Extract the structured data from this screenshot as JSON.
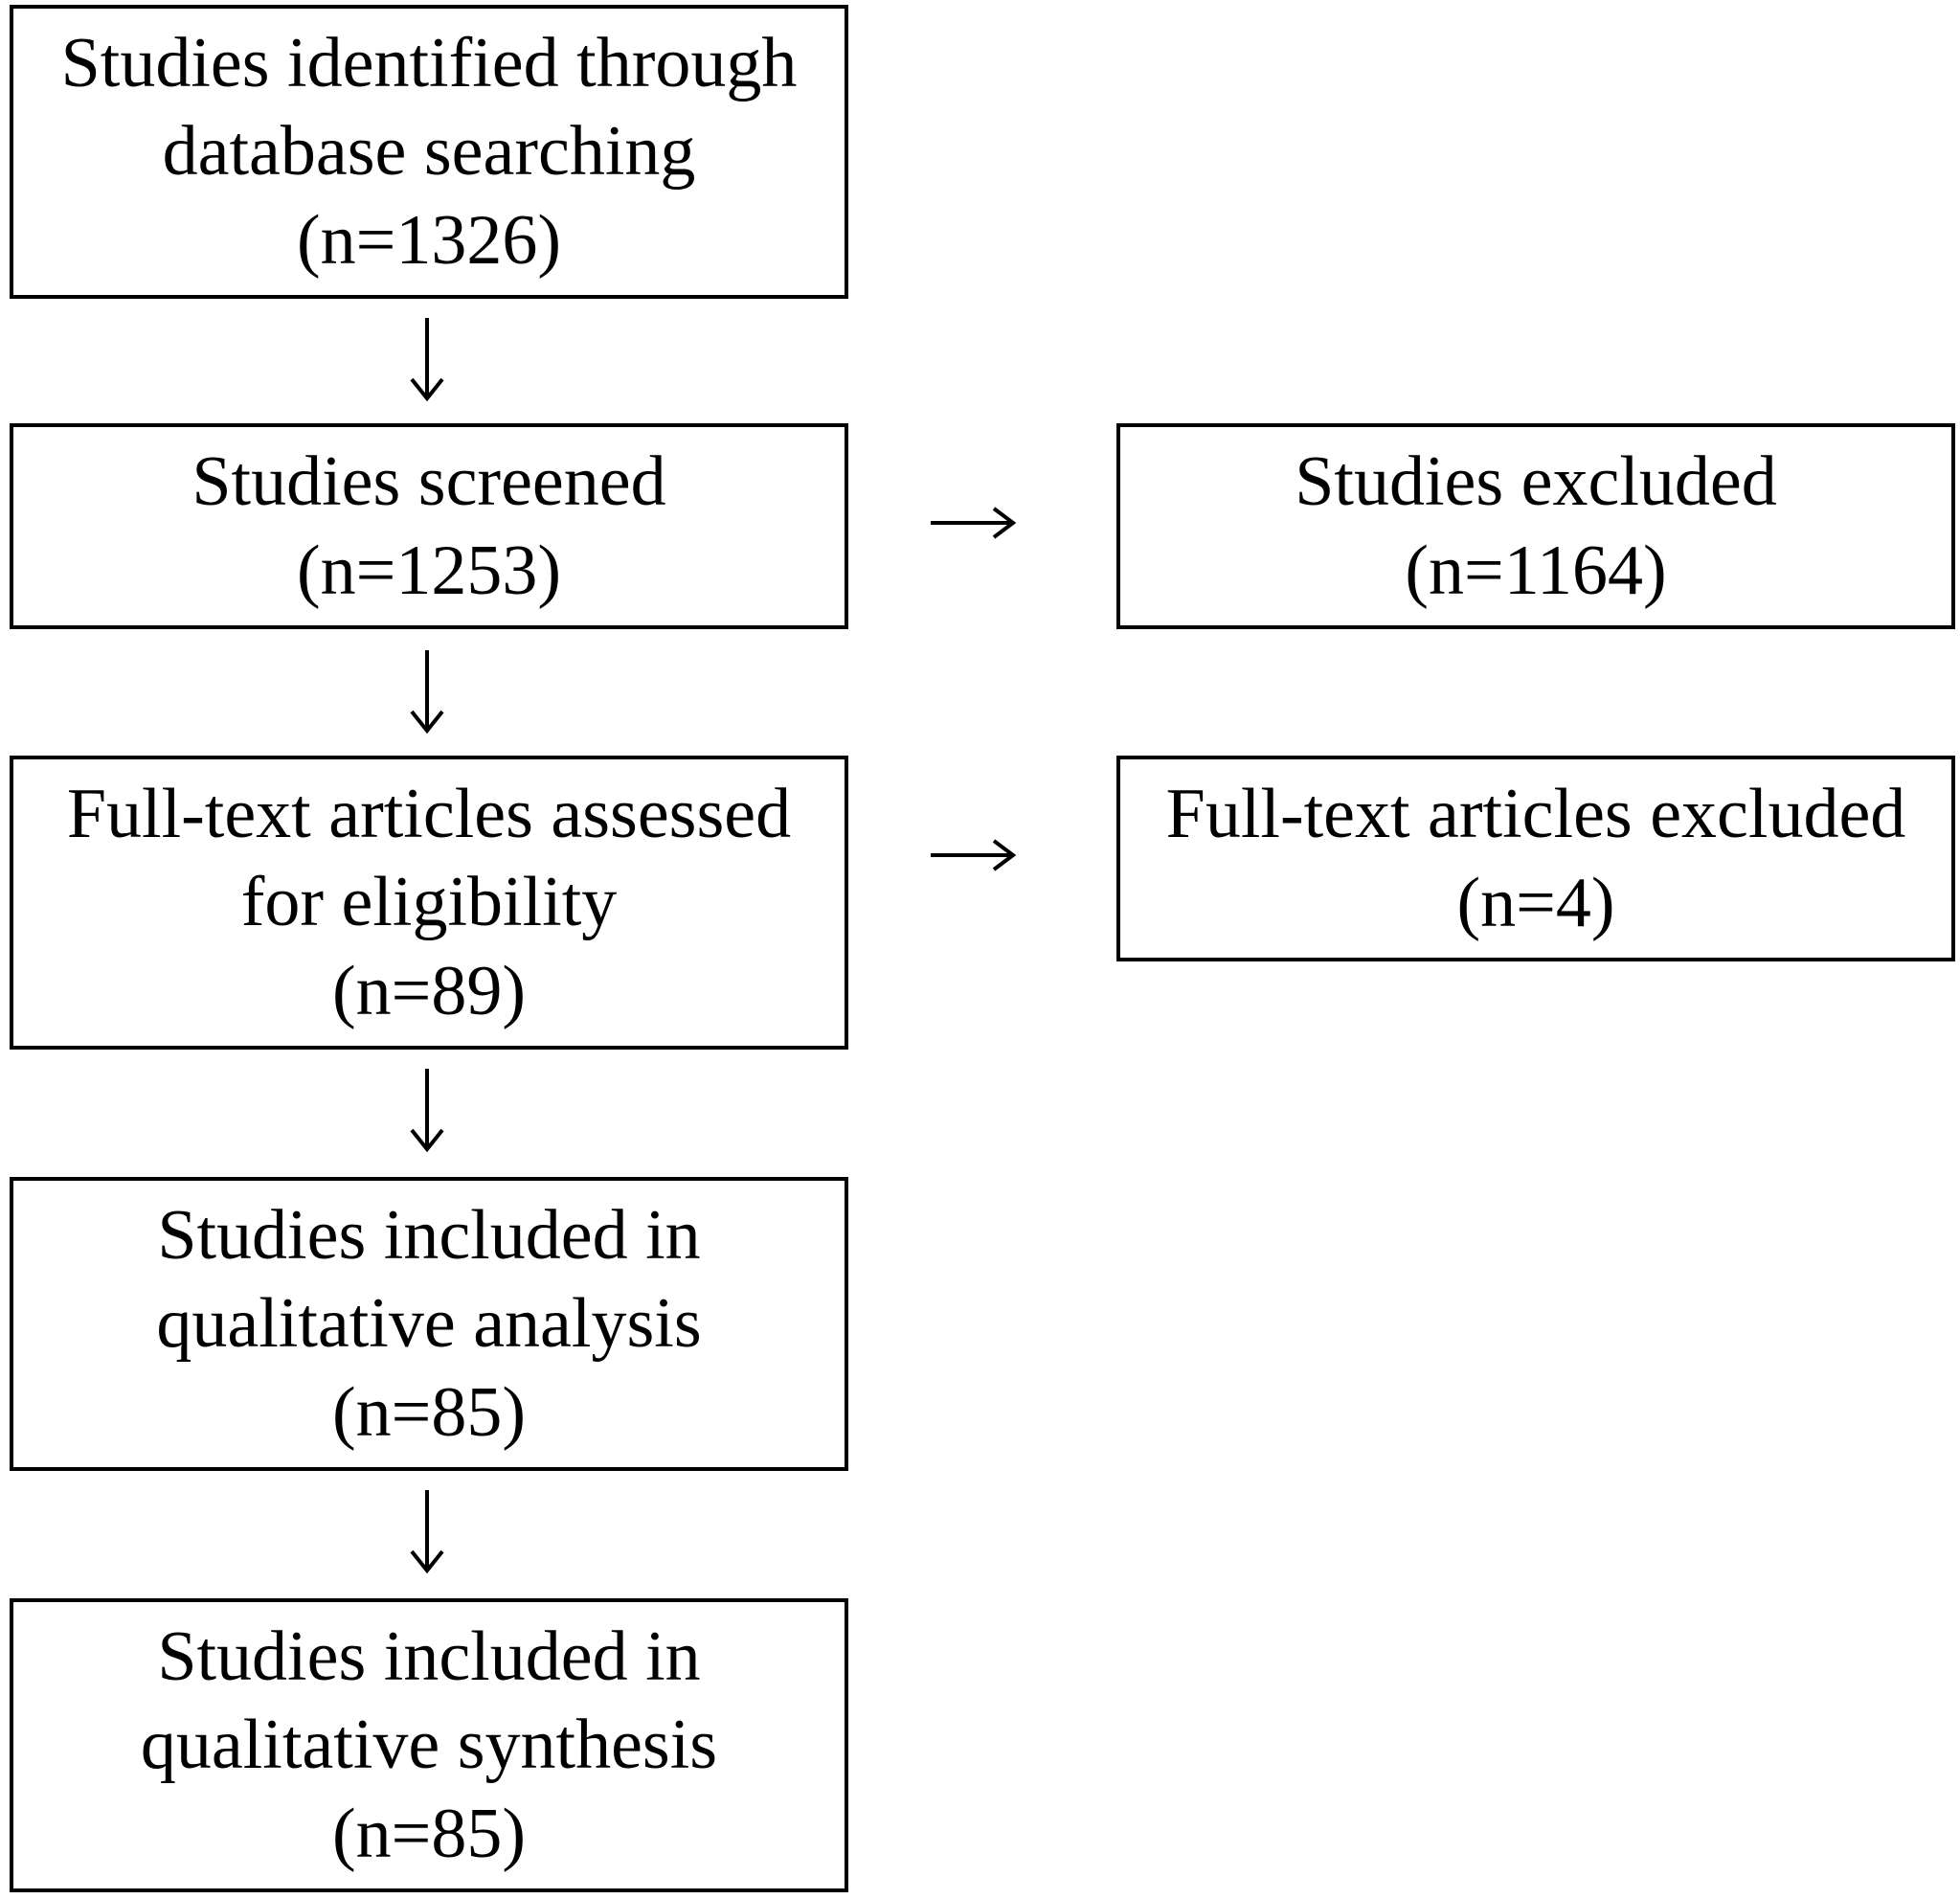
{
  "flow": {
    "main": [
      {
        "lines": [
          "Studies identified through",
          "database searching"
        ],
        "count": "(n=1326)"
      },
      {
        "lines": [
          "Studies screened"
        ],
        "count": "(n=1253)"
      },
      {
        "lines": [
          "Full-text articles assessed",
          "for eligibility"
        ],
        "count": "(n=89)"
      },
      {
        "lines": [
          "Studies included in",
          "qualitative analysis"
        ],
        "count": "(n=85)"
      },
      {
        "lines": [
          "Studies included in",
          "qualitative synthesis"
        ],
        "count": "(n=85)"
      }
    ],
    "excluded": [
      {
        "lines": [
          "Studies excluded"
        ],
        "count": "(n=1164)"
      },
      {
        "lines": [
          "Full-text articles excluded"
        ],
        "count": "(n=4)"
      }
    ]
  }
}
